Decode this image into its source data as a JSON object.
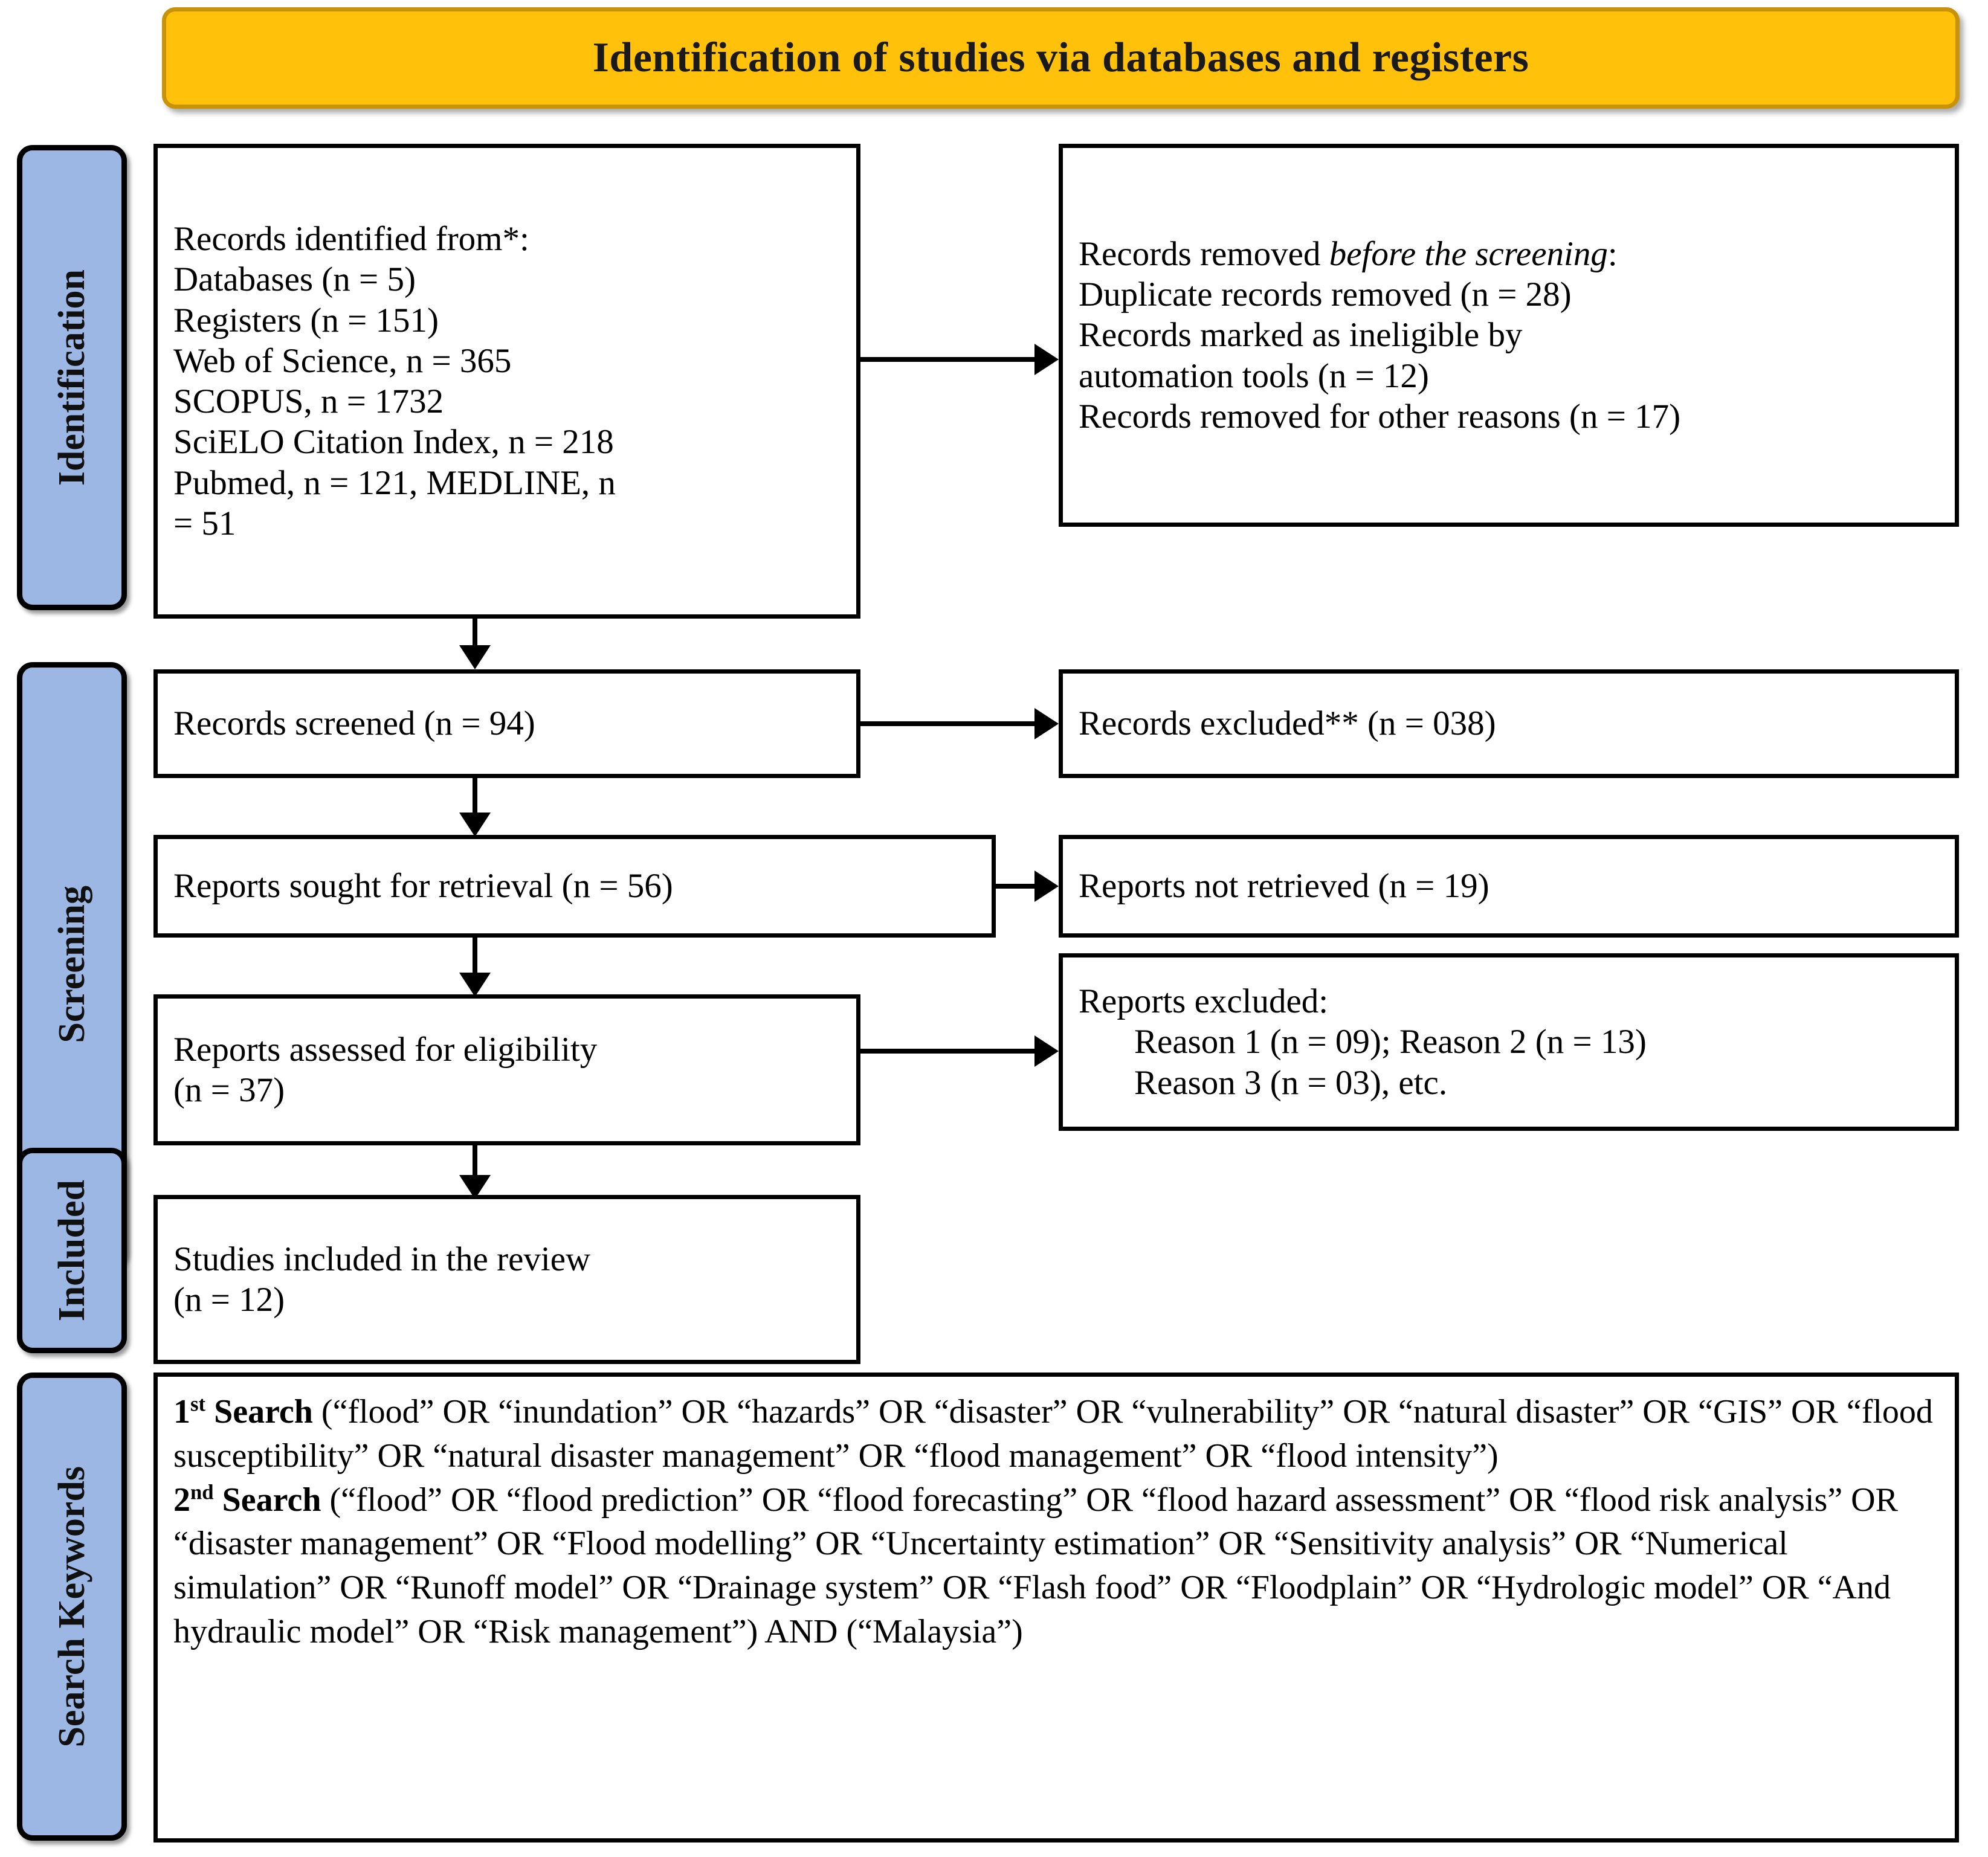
{
  "header": {
    "title": "Identification of studies via databases and registers"
  },
  "stages": [
    {
      "label": "Identification"
    },
    {
      "label": "Screening"
    },
    {
      "label": "Included"
    },
    {
      "label": "Search Keywords"
    }
  ],
  "boxes": {
    "records_identified": {
      "lines": [
        "Records identified from*:",
        "Databases (n = 5)",
        "Registers (n = 151)",
        "Web of Science, n = 365",
        "SCOPUS, n = 1732",
        "SciELO Citation Index, n = 218",
        "Pubmed, n = 121, MEDLINE, n",
        "= 51"
      ]
    },
    "records_removed": {
      "line1_prefix": "Records removed ",
      "line1_italic": "before the screening",
      "line1_suffix": ":",
      "lines": [
        "Duplicate records removed (n = 28)",
        "Records marked as ineligible by",
        "automation tools (n = 12)",
        "Records removed for other reasons (n = 17)"
      ]
    },
    "records_screened": {
      "text": "Records screened (n = 94)"
    },
    "records_excluded": {
      "text": "Records excluded** (n = 038)"
    },
    "reports_sought": {
      "text": "Reports sought for retrieval (n = 56)"
    },
    "reports_not_retrieved": {
      "text": "Reports not retrieved (n = 19)"
    },
    "reports_assessed": {
      "line1": "Reports assessed for eligibility",
      "line2": "(n = 37)"
    },
    "reports_excluded": {
      "line1": "Reports excluded:",
      "line2": "Reason 1 (n = 09); Reason 2 (n = 13)",
      "line3": "Reason 3 (n = 03), etc."
    },
    "studies_included": {
      "line1": "Studies included in the review",
      "line2": "(n = 12)"
    },
    "search_keywords": {
      "search1_label": "1",
      "search1_sup": "st",
      "search1_word": " Search ",
      "search1_body": "(“flood” OR “inundation” OR “hazards” OR “disaster” OR “vulnerability” OR “natural disaster” OR “GIS” OR “flood susceptibility” OR “natural disaster management” OR “flood management” OR “flood intensity”)",
      "search2_label": "2",
      "search2_sup": "nd",
      "search2_word": " Search ",
      "search2_body": "(“flood” OR “flood prediction” OR “flood forecasting” OR “flood hazard assessment” OR “flood risk analysis” OR “disaster management” OR “Flood modelling” OR “Uncertainty estimation” OR “Sensitivity analysis” OR “Numerical simulation” OR “Runoff model” OR “Drainage system” OR “Flash food” OR “Floodplain” OR “Hydrologic model” OR “And hydraulic model” OR “Risk management”) AND (“Malaysia”)"
    }
  },
  "colors": {
    "header_fill": "#FFC10A",
    "header_border": "#C8930B",
    "stage_fill": "#9DB7E4",
    "box_border": "#000000",
    "text": "#000000"
  }
}
